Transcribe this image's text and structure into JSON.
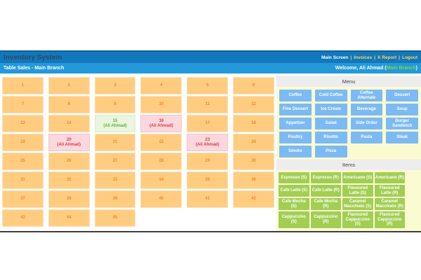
{
  "header": {
    "title": "Inventory System",
    "nav": [
      {
        "label": "Main Screen"
      },
      {
        "label": "Invoices"
      },
      {
        "label": "X Report"
      },
      {
        "label": "Logout"
      }
    ],
    "nav_separator": "|",
    "subtitle": "Table Sales - Main Branch",
    "welcome_prefix": "Welcome, Ali Ahmad (",
    "welcome_branch": "Main Branch",
    "welcome_suffix": ")"
  },
  "tables": {
    "list": [
      {
        "num": "1",
        "state": "available",
        "occupant": ""
      },
      {
        "num": "2",
        "state": "available",
        "occupant": ""
      },
      {
        "num": "3",
        "state": "available",
        "occupant": ""
      },
      {
        "num": "4",
        "state": "available",
        "occupant": ""
      },
      {
        "num": "5",
        "state": "available",
        "occupant": ""
      },
      {
        "num": "6",
        "state": "available",
        "occupant": ""
      },
      {
        "num": "7",
        "state": "available",
        "occupant": ""
      },
      {
        "num": "8",
        "state": "available",
        "occupant": ""
      },
      {
        "num": "9",
        "state": "available",
        "occupant": ""
      },
      {
        "num": "10",
        "state": "available",
        "occupant": ""
      },
      {
        "num": "11",
        "state": "available",
        "occupant": ""
      },
      {
        "num": "12",
        "state": "available",
        "occupant": ""
      },
      {
        "num": "13",
        "state": "available",
        "occupant": ""
      },
      {
        "num": "14",
        "state": "available",
        "occupant": ""
      },
      {
        "num": "15",
        "state": "selected",
        "occupant": "(Ali Ahmad)"
      },
      {
        "num": "16",
        "state": "occupied",
        "occupant": "(Ali Ahmad)"
      },
      {
        "num": "17",
        "state": "available",
        "occupant": ""
      },
      {
        "num": "18",
        "state": "available",
        "occupant": ""
      },
      {
        "num": "19",
        "state": "available",
        "occupant": ""
      },
      {
        "num": "20",
        "state": "occupied",
        "occupant": "(Ali Ahmad)"
      },
      {
        "num": "21",
        "state": "available",
        "occupant": ""
      },
      {
        "num": "22",
        "state": "available",
        "occupant": ""
      },
      {
        "num": "23",
        "state": "occupied",
        "occupant": "(Ali Ahmad)"
      },
      {
        "num": "24",
        "state": "available",
        "occupant": ""
      },
      {
        "num": "25",
        "state": "available",
        "occupant": ""
      },
      {
        "num": "26",
        "state": "available",
        "occupant": ""
      },
      {
        "num": "27",
        "state": "available",
        "occupant": ""
      },
      {
        "num": "28",
        "state": "available",
        "occupant": ""
      },
      {
        "num": "29",
        "state": "available",
        "occupant": ""
      },
      {
        "num": "30",
        "state": "available",
        "occupant": ""
      },
      {
        "num": "31",
        "state": "available",
        "occupant": ""
      },
      {
        "num": "32",
        "state": "available",
        "occupant": ""
      },
      {
        "num": "33",
        "state": "available",
        "occupant": ""
      },
      {
        "num": "34",
        "state": "available",
        "occupant": ""
      },
      {
        "num": "35",
        "state": "available",
        "occupant": ""
      },
      {
        "num": "36",
        "state": "available",
        "occupant": ""
      },
      {
        "num": "37",
        "state": "available",
        "occupant": ""
      },
      {
        "num": "38",
        "state": "available",
        "occupant": ""
      },
      {
        "num": "39",
        "state": "available",
        "occupant": ""
      },
      {
        "num": "40",
        "state": "available",
        "occupant": ""
      },
      {
        "num": "41",
        "state": "available",
        "occupant": ""
      },
      {
        "num": "42",
        "state": "available",
        "occupant": ""
      },
      {
        "num": "43",
        "state": "available",
        "occupant": ""
      },
      {
        "num": "44",
        "state": "available",
        "occupant": ""
      },
      {
        "num": "45",
        "state": "available",
        "occupant": ""
      }
    ]
  },
  "menu": {
    "title": "Menu",
    "categories": [
      {
        "label": "Coffee"
      },
      {
        "label": "Cold Coffee"
      },
      {
        "label": "Coffee Alternate"
      },
      {
        "label": "Dessert"
      },
      {
        "label": "Fine Dessert"
      },
      {
        "label": "Ice Cream"
      },
      {
        "label": "Beverage"
      },
      {
        "label": "Soup"
      },
      {
        "label": "Appetizer"
      },
      {
        "label": "Salad"
      },
      {
        "label": "Side Order"
      },
      {
        "label": "Burger Sandwich"
      },
      {
        "label": "Poultry"
      },
      {
        "label": "Risotto"
      },
      {
        "label": "Pasta"
      },
      {
        "label": "Steak"
      },
      {
        "label": "Smoke"
      },
      {
        "label": "Pizza"
      }
    ]
  },
  "items_panel": {
    "title": "Items",
    "products": [
      {
        "label": "Espresso (S)"
      },
      {
        "label": "Espresso (R)"
      },
      {
        "label": "Americano (S)"
      },
      {
        "label": "Americano (R)"
      },
      {
        "label": "Cafe Latte (S)"
      },
      {
        "label": "Cafe Latte (R)"
      },
      {
        "label": "Flavoured Latte (S)"
      },
      {
        "label": "Flavoured Latte (R)"
      },
      {
        "label": "Cafe Mocha (S)"
      },
      {
        "label": "Cafe Mocha (R)"
      },
      {
        "label": "Caramel Macchiato (S)"
      },
      {
        "label": "Caramel Macchiato (R)"
      },
      {
        "label": "Cappuccino (S)"
      },
      {
        "label": "Cappuccino (R)"
      },
      {
        "label": "Flavoured Cappuccino (S)"
      },
      {
        "label": "Flavoured Cappuccino (R)"
      }
    ]
  },
  "colors": {
    "header_bar": "#1377BD",
    "subheader_bar": "#2499D9",
    "table_available": "#FFCC80",
    "table_selected": "#EAF6DF",
    "table_occupied": "#FAD8DE",
    "menu_button": "#7CBAF3",
    "item_button": "#A2CE53",
    "panel_background": "#FBFBD2",
    "branch_text": "#7FD63F",
    "link_yellow": "#FFD94A"
  }
}
